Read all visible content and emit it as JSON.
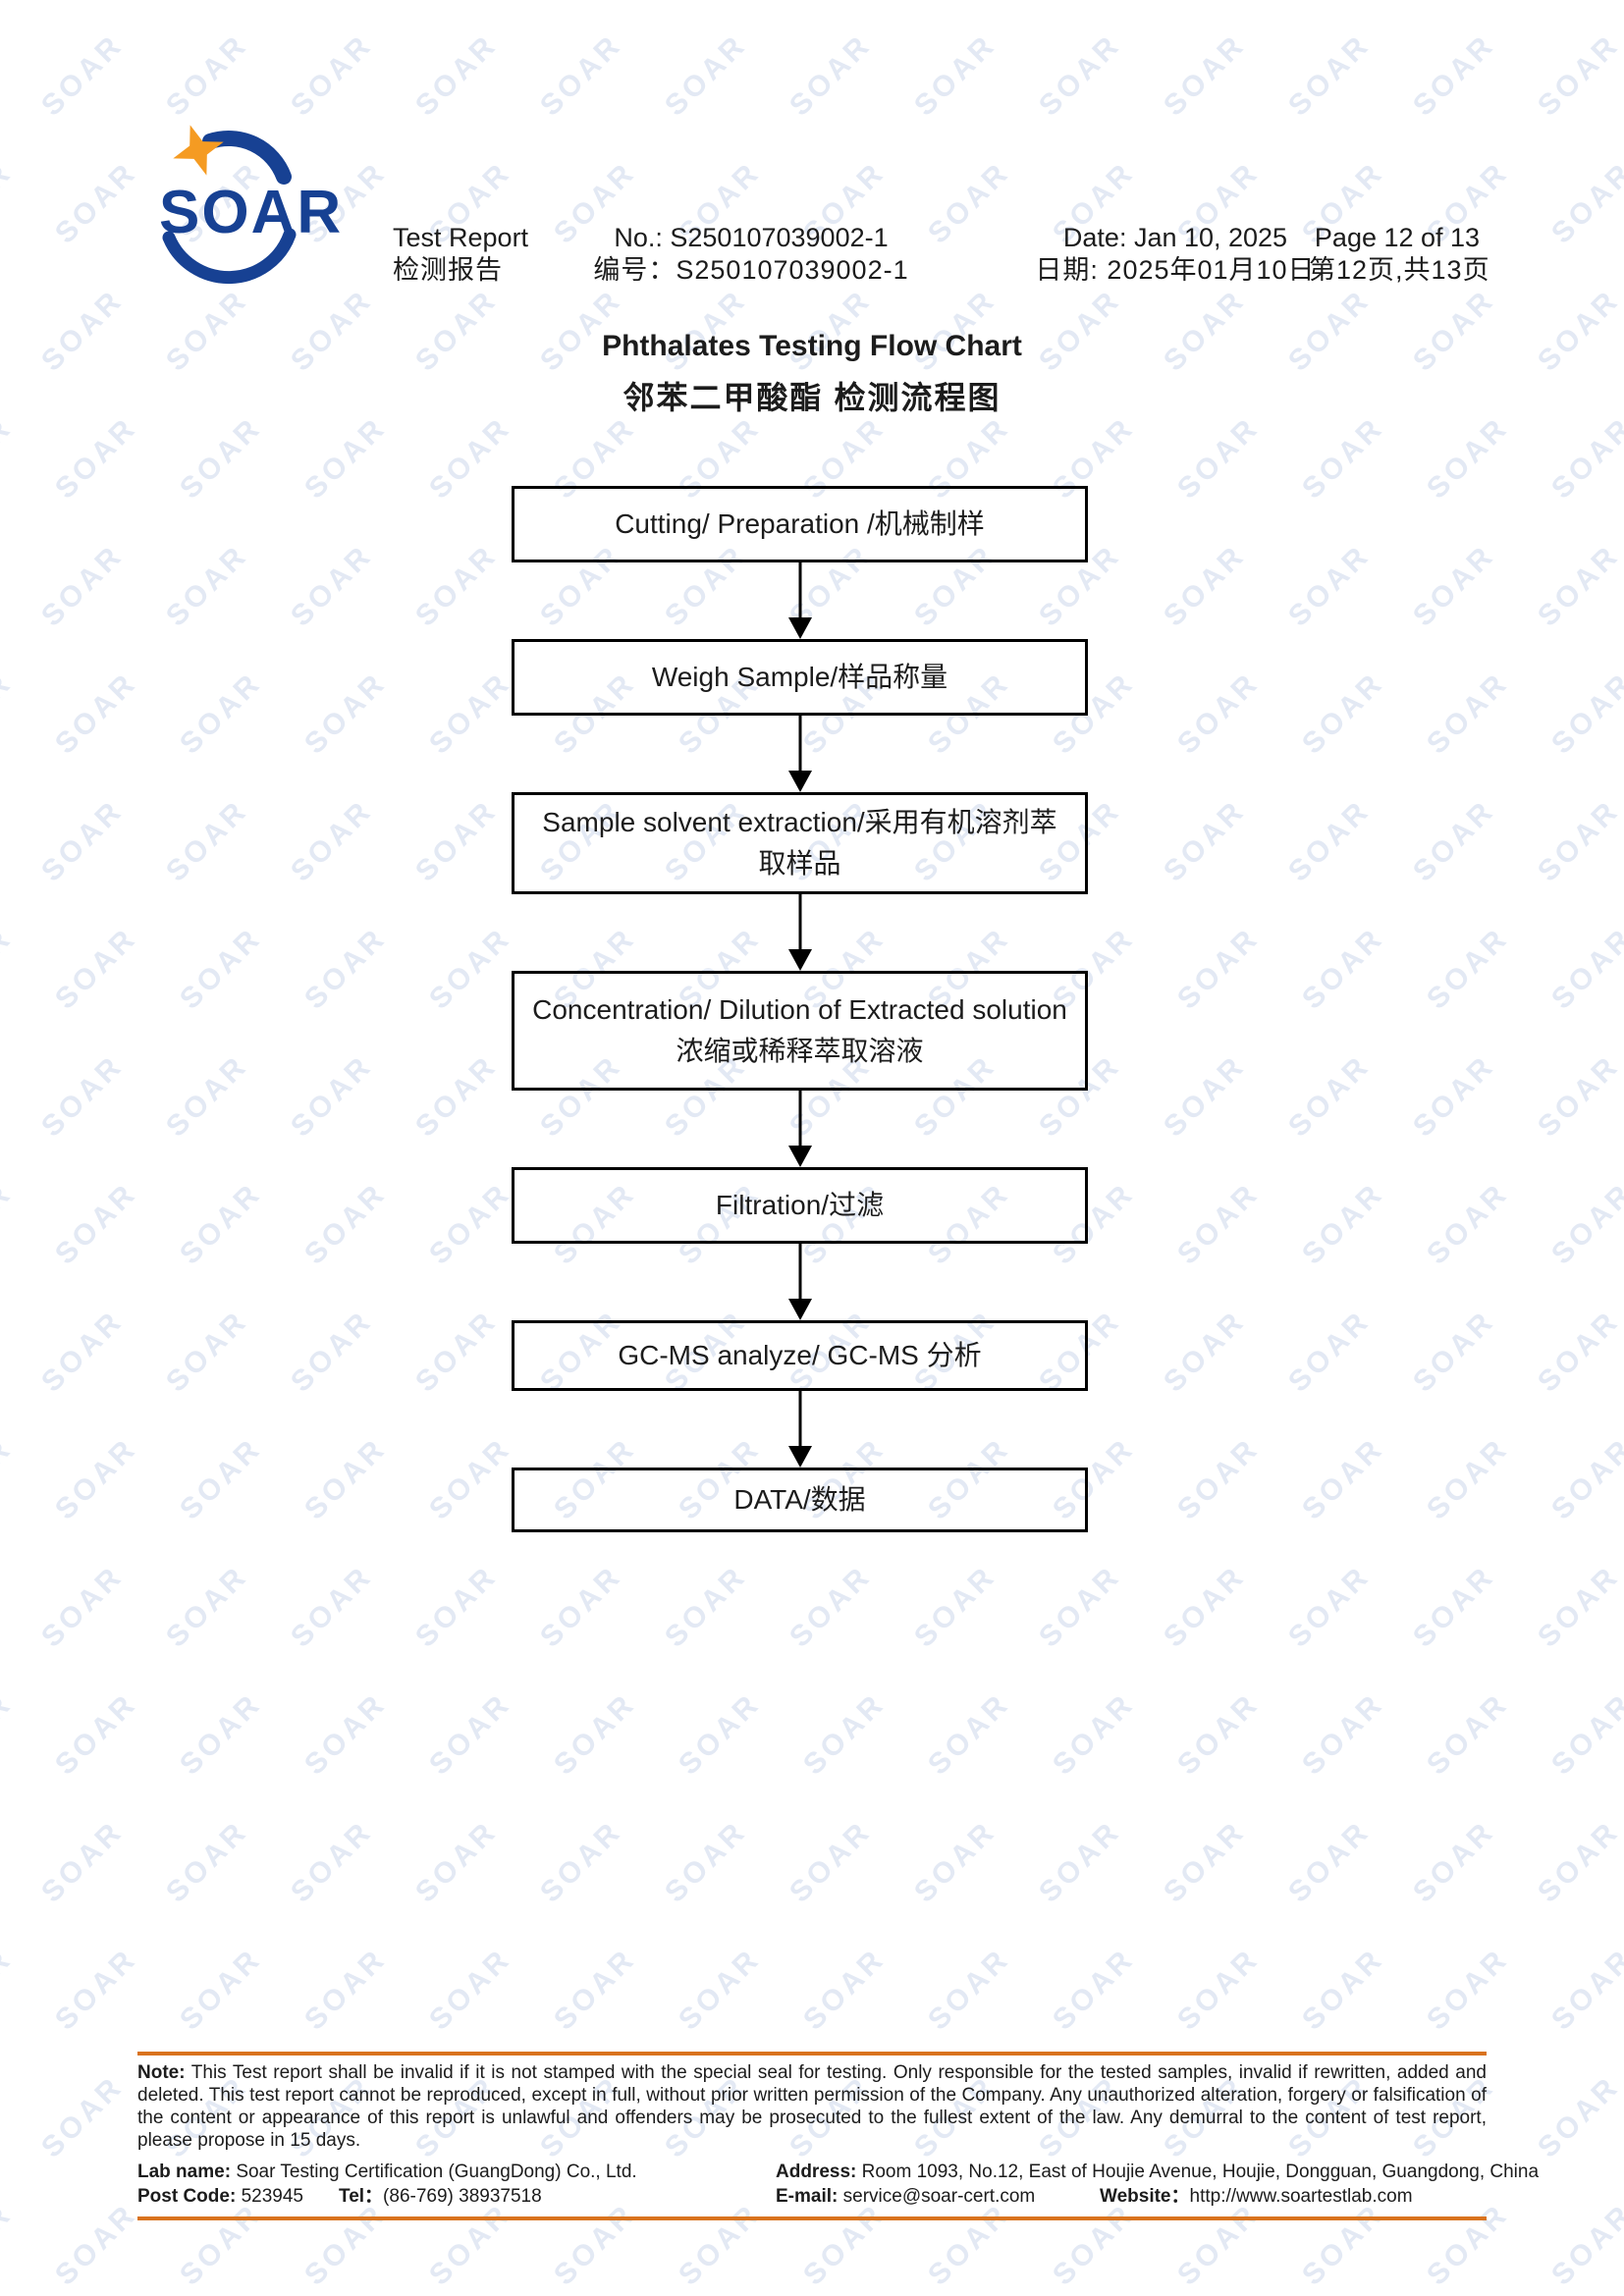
{
  "header": {
    "logo_text": "SOAR",
    "report_label_en": "Test Report",
    "report_label_zh": "检测报告",
    "no_en": "No.: S250107039002-1",
    "no_zh": "编号：S250107039002-1",
    "date_en": "Date: Jan 10, 2025",
    "date_zh": "日期: 2025年01月10日",
    "page_en": "Page 12 of 13",
    "page_zh": "第12页,共13页"
  },
  "title": {
    "en": "Phthalates Testing Flow Chart",
    "zh": "邻苯二甲酸酯 检测流程图"
  },
  "flowchart": {
    "steps": [
      {
        "lines": [
          "Cutting/ Preparation /机械制样"
        ]
      },
      {
        "lines": [
          "Weigh Sample/样品称量"
        ]
      },
      {
        "lines": [
          "Sample solvent extraction/采用有机溶剂萃",
          "取样品"
        ]
      },
      {
        "lines": [
          "Concentration/ Dilution of Extracted solution",
          "浓缩或稀释萃取溶液"
        ]
      },
      {
        "lines": [
          "Filtration/过滤"
        ]
      },
      {
        "lines": [
          "GC-MS analyze/ GC-MS 分析"
        ]
      },
      {
        "lines": [
          "DATA/数据"
        ]
      }
    ]
  },
  "footer": {
    "note_label": "Note:",
    "note_text": "This Test report shall be invalid if it is not stamped with the special seal for testing. Only responsible for the tested samples, invalid if rewritten, added and deleted. This test report cannot be reproduced, except in full, without prior written permission of the Company.  Any unauthorized alteration, forgery or falsification of the content or appearance of this report is unlawful and offenders may be prosecuted to the fullest extent of the law. Any demurral to the content of test report, please propose in 15 days.",
    "lab_name_label": "Lab name:",
    "lab_name": "Soar Testing Certification (GuangDong) Co., Ltd.",
    "address_label": "Address:",
    "address": "Room 1093, No.12, East of Houjie Avenue, Houjie, Dongguan, Guangdong, China",
    "post_code_label": "Post Code:",
    "post_code": "523945",
    "tel_label": "Tel：",
    "tel": "(86-769) 38937518",
    "email_label": "E-mail:",
    "email": "service@soar-cert.com",
    "website_label": "Website：",
    "website": "http://www.soartestlab.com"
  },
  "watermark": {
    "text": "SOAR"
  },
  "colors": {
    "accent_orange": "#d9731e",
    "brand_blue": "#174193",
    "star_orange": "#f59b22",
    "watermark_blue": "#e3e9f4"
  }
}
